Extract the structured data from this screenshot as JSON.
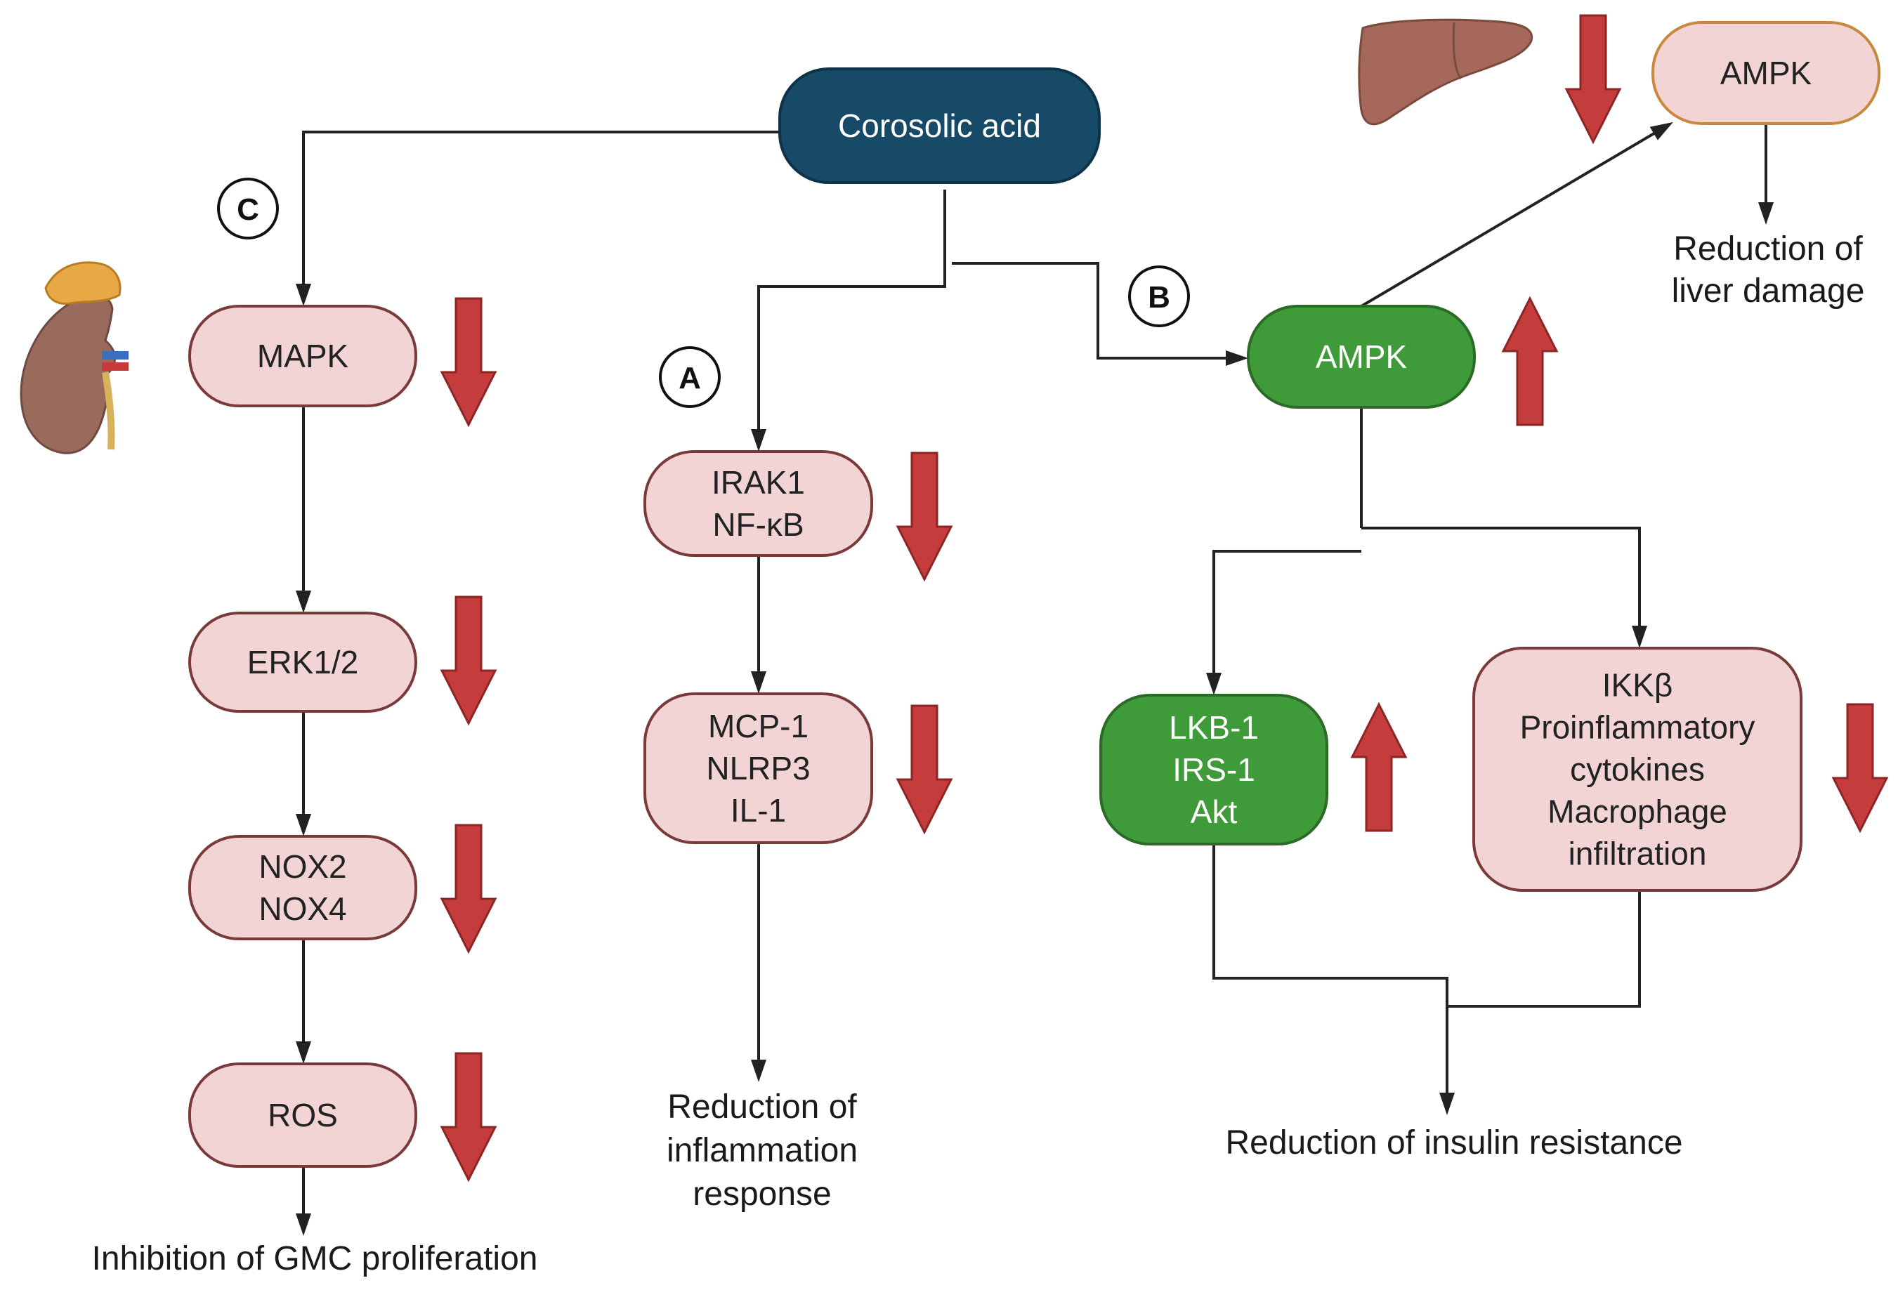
{
  "colors": {
    "node_pink_fill": "#f2d4d4",
    "node_pink_stroke": "#7a3a3a",
    "node_green_fill": "#3f9b3a",
    "node_green_stroke": "#2b6a27",
    "root_fill": "#174a66",
    "liver_node_stroke": "#c98840",
    "arrow_red": "#c43c3c",
    "arrow_red_stroke": "#8d2525",
    "line": "#222222",
    "kidney": "#9a6a5c",
    "adrenal": "#e8a845",
    "liver": "#a5685a"
  },
  "nodes": {
    "root": {
      "lines": [
        "Corosolic acid"
      ]
    },
    "mapk": {
      "lines": [
        "MAPK"
      ]
    },
    "erk": {
      "lines": [
        "ERK1/2"
      ]
    },
    "nox": {
      "lines": [
        "NOX2",
        "NOX4"
      ]
    },
    "ros": {
      "lines": [
        "ROS"
      ]
    },
    "irak": {
      "lines": [
        "IRAK1",
        "NF-κB"
      ]
    },
    "mcp": {
      "lines": [
        "MCP-1",
        "NLRP3",
        "IL-1"
      ]
    },
    "ampk_main": {
      "lines": [
        "AMPK"
      ]
    },
    "ampk_liver": {
      "lines": [
        "AMPK"
      ]
    },
    "lkb": {
      "lines": [
        "LKB-1",
        "IRS-1",
        "Akt"
      ]
    },
    "ikk": {
      "lines": [
        "IKKβ",
        "Proinflammatory",
        "cytokines",
        "Macrophage",
        "infiltration"
      ]
    }
  },
  "labels": {
    "a": "A",
    "b": "B",
    "c": "C"
  },
  "outcomes": {
    "gmc": [
      "Inhibition of GMC proliferation"
    ],
    "inflammation": [
      "Reduction of",
      "inflammation",
      "response"
    ],
    "insulin": [
      "Reduction of insulin resistance"
    ],
    "liver": [
      "Reduction of",
      "liver damage"
    ]
  },
  "indicators": {
    "mapk": "down",
    "erk": "down",
    "nox": "down",
    "ros": "down",
    "irak": "down",
    "mcp": "down",
    "ampk_main": "up",
    "lkb": "up",
    "ikk": "down",
    "liver": "down"
  },
  "icons": {
    "kidney": "kidney-icon",
    "liver": "liver-icon"
  }
}
